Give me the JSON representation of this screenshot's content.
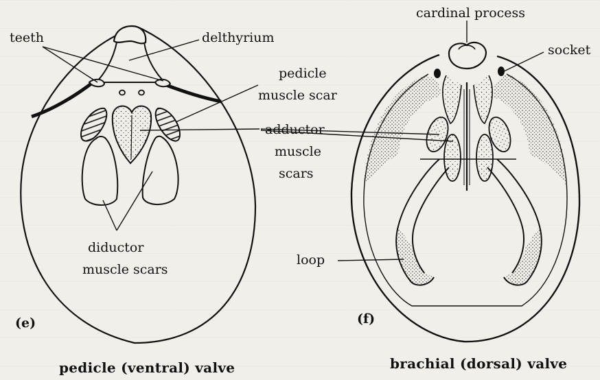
{
  "figure": {
    "left_panel": {
      "letter": "(e)",
      "caption": "pedicle (ventral) valve",
      "labels": {
        "teeth": "teeth",
        "delthyrium": "delthyrium",
        "pedicle_line1": "pedicle",
        "pedicle_line2": "muscle scar",
        "adductor_line1": "adductor",
        "adductor_line2": "muscle",
        "adductor_line3": "scars",
        "diductor_line1": "diductor",
        "diductor_line2": "muscle scars"
      }
    },
    "right_panel": {
      "letter": "(f)",
      "caption": "brachial (dorsal) valve",
      "labels": {
        "cardinal_process": "cardinal process",
        "socket": "socket",
        "loop": "loop"
      }
    }
  }
}
